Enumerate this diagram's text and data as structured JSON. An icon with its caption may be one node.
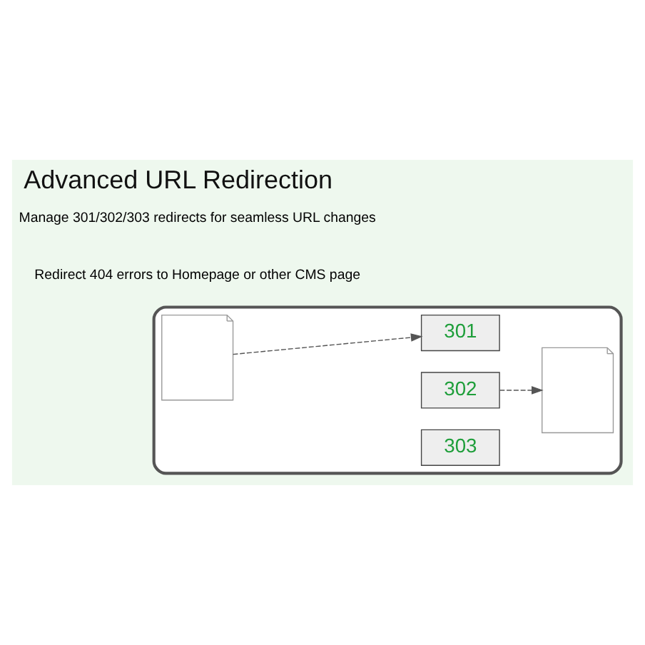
{
  "diagram": {
    "title": "Advanced URL Redirection",
    "nodes": [
      {
        "text": [],
        "shape": "box"
      },
      {
        "text": [],
        "shape": "picture",
        "in": 0
      },
      {
        "text": [
          "301"
        ],
        "in": 0
      },
      {
        "text": [
          "302"
        ],
        "in": 0
      },
      {
        "text": [
          "303"
        ],
        "in": 0
      },
      {
        "text": [],
        "shape": "picture",
        "in": 0
      }
    ],
    "edges": [
      {
        "from": 1,
        "to": 2,
        "arrow": "to",
        "style": "dashed"
      },
      {
        "from": 3,
        "to": 5,
        "arrow": "to",
        "style": "dashed"
      }
    ],
    "labels": [
      "Manage 301/302/303 redirects for seamless URL changes",
      "Redirect 404 errors to Homepage or other CMS page"
    ]
  }
}
